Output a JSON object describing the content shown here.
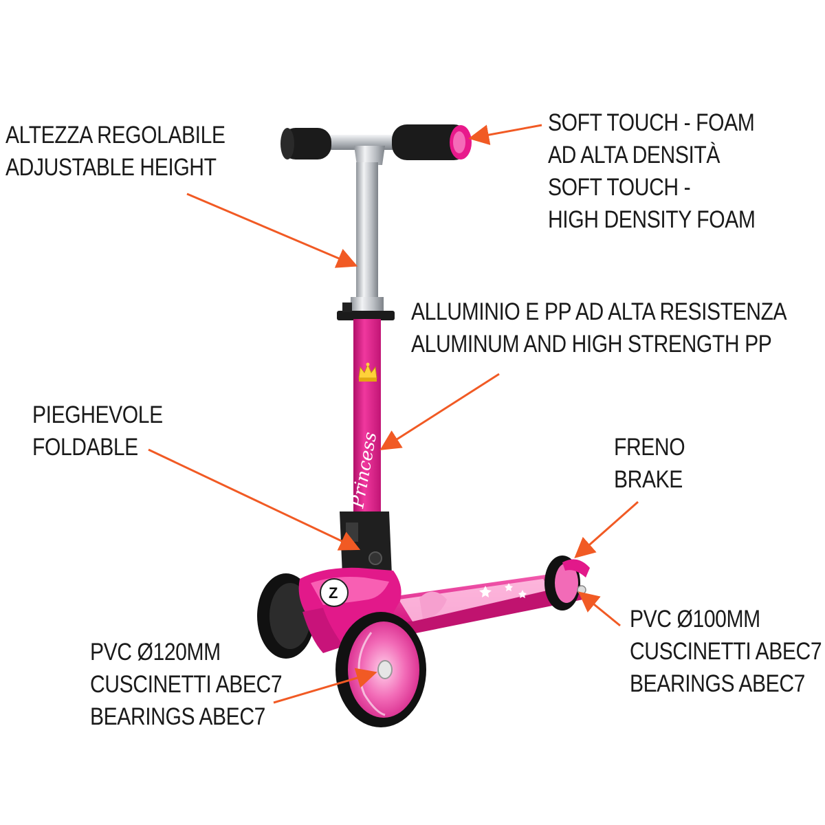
{
  "colors": {
    "accent_arrow": "#f15a24",
    "scooter_pink": "#e8198b",
    "scooter_pink_dark": "#b80f6c",
    "grip_black": "#1b1b1b",
    "aluminum": "#c9ccd0",
    "text": "#1a1a1a"
  },
  "callouts": {
    "height": {
      "line1": "ALTEZZA REGOLABILE",
      "line2": "ADJUSTABLE HEIGHT"
    },
    "grips": {
      "line1": "SOFT TOUCH - FOAM",
      "line2": "AD ALTA DENSITÀ",
      "line3": "SOFT TOUCH -",
      "line4": "HIGH DENSITY FOAM"
    },
    "material": {
      "line1": "ALLUMINIO E PP AD ALTA RESISTENZA",
      "line2": "ALUMINUM AND HIGH STRENGTH PP"
    },
    "foldable": {
      "line1": "PIEGHEVOLE",
      "line2": "FOLDABLE"
    },
    "brake": {
      "line1": "FRENO",
      "line2": "BRAKE"
    },
    "rear_wheel": {
      "line1": "PVC Ø100MM",
      "line2": "CUSCINETTI ABEC7",
      "line3": "BEARINGS ABEC7"
    },
    "front_wheels": {
      "line1": "PVC Ø120MM",
      "line2": "CUSCINETTI ABEC7",
      "line3": "BEARINGS ABEC7"
    }
  },
  "product": {
    "stem_script": "Princess",
    "badge_letter": "Z",
    "icons": [
      "crown-icon",
      "star-icon"
    ]
  }
}
